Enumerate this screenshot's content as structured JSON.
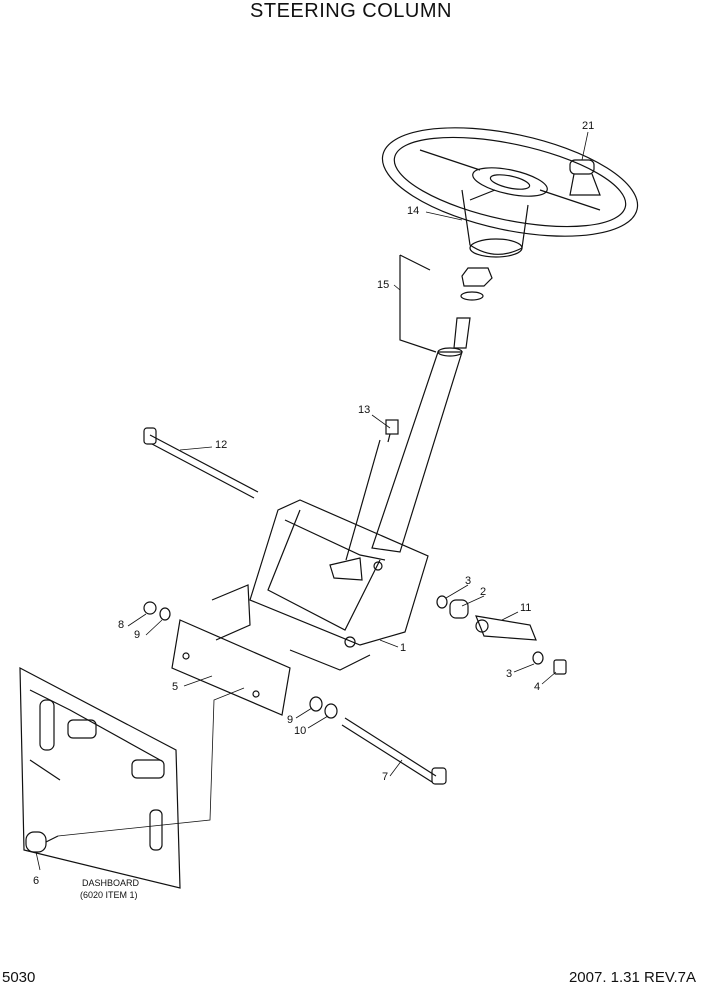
{
  "header": {
    "title": "STEERING COLUMN"
  },
  "footer": {
    "page_number": "5030",
    "revision": "2007. 1.31 REV.7A"
  },
  "callouts": [
    "21",
    "14",
    "15",
    "13",
    "12",
    "3",
    "2",
    "11",
    "8",
    "9",
    "1",
    "5",
    "3",
    "4",
    "9",
    "10",
    "7",
    "6"
  ],
  "dashboard": {
    "line1": "DASHBOARD",
    "line2": "(6020 ITEM 1)"
  }
}
